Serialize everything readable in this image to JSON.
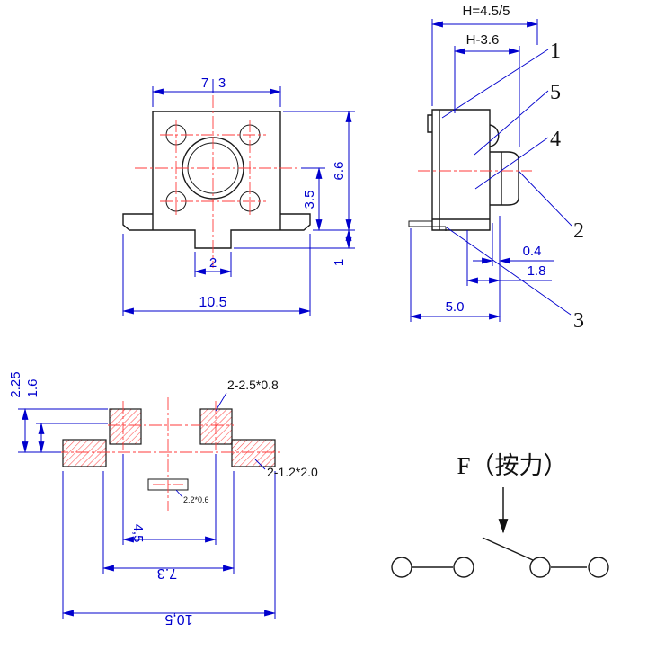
{
  "title": "Tact switch dimensional drawing",
  "colors": {
    "outline": "#1a1a1a",
    "dimension": "#0000cd",
    "centerline": "#ff3b3b",
    "hatch": "#ff4a4a",
    "background": "#ffffff"
  },
  "front_view": {
    "dims": {
      "top_a": "7",
      "top_b": "3",
      "height": "6.6",
      "center_to_base": "3.5",
      "boss_height": "1",
      "boss_width": "2",
      "total_width": "10.5"
    }
  },
  "side_view": {
    "dims": {
      "overall_height": "H=4.5/5",
      "body_height": "H-3.6",
      "pin_thickness": "0.4",
      "pin_offset": "1.8",
      "base_width": "5.0"
    },
    "callouts": [
      "1",
      "5",
      "4",
      "2",
      "3"
    ]
  },
  "footprint": {
    "dims": {
      "row_offset_a": "2.25",
      "row_offset_b": "1.6",
      "pad_pitch": "4,5",
      "pad_span": "7.3",
      "total_width": "10,5"
    },
    "labels": {
      "small_pads": "2-2.5*0.8",
      "large_pads": "2-1.2*2.0",
      "slot": "2.2*0.6"
    }
  },
  "schematic": {
    "force_label": "F（按力）"
  }
}
